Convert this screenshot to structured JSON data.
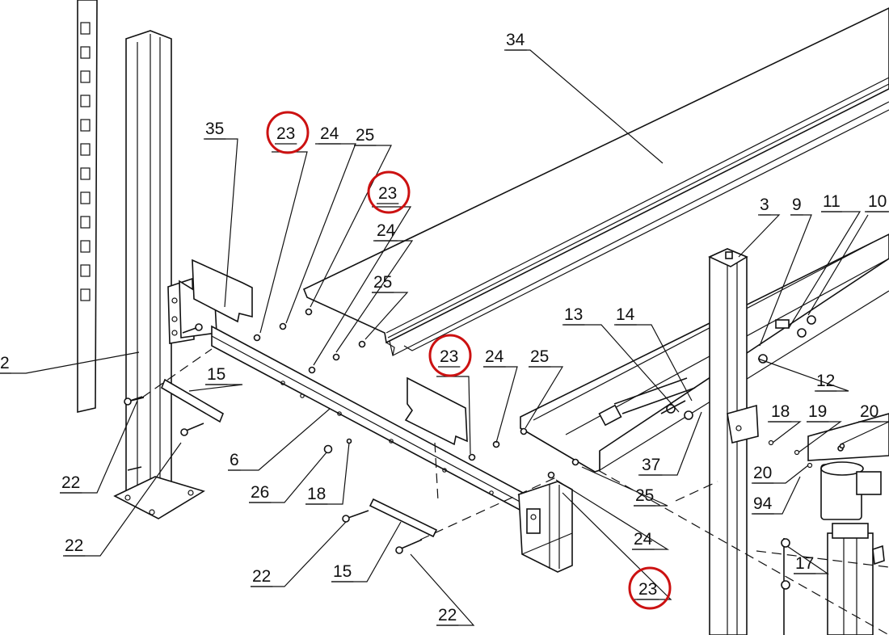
{
  "colors": {
    "line": "#111111",
    "highlight": "#cc1111",
    "background": "#ffffff"
  },
  "callouts": [
    {
      "id": "c2",
      "text": "2"
    },
    {
      "id": "c34",
      "text": "34"
    },
    {
      "id": "c35",
      "text": "35"
    },
    {
      "id": "c23a",
      "text": "23",
      "highlighted": true
    },
    {
      "id": "c24a",
      "text": "24"
    },
    {
      "id": "c25a",
      "text": "25"
    },
    {
      "id": "c23b",
      "text": "23",
      "highlighted": true
    },
    {
      "id": "c24b",
      "text": "24"
    },
    {
      "id": "c25b",
      "text": "25"
    },
    {
      "id": "c3",
      "text": "3"
    },
    {
      "id": "c9",
      "text": "9"
    },
    {
      "id": "c11",
      "text": "11"
    },
    {
      "id": "c10",
      "text": "10"
    },
    {
      "id": "c13",
      "text": "13"
    },
    {
      "id": "c14",
      "text": "14"
    },
    {
      "id": "c12",
      "text": "12"
    },
    {
      "id": "c23c",
      "text": "23",
      "highlighted": true
    },
    {
      "id": "c24c",
      "text": "24"
    },
    {
      "id": "c25c",
      "text": "25"
    },
    {
      "id": "c15a",
      "text": "15"
    },
    {
      "id": "c18a",
      "text": "18"
    },
    {
      "id": "c19",
      "text": "19"
    },
    {
      "id": "c20a",
      "text": "20"
    },
    {
      "id": "c20b",
      "text": "20"
    },
    {
      "id": "c94",
      "text": "94"
    },
    {
      "id": "c37",
      "text": "37"
    },
    {
      "id": "c6",
      "text": "6"
    },
    {
      "id": "c22a",
      "text": "22"
    },
    {
      "id": "c22b",
      "text": "22"
    },
    {
      "id": "c26",
      "text": "26"
    },
    {
      "id": "c18b",
      "text": "18"
    },
    {
      "id": "c25d",
      "text": "25"
    },
    {
      "id": "c24d",
      "text": "24"
    },
    {
      "id": "c22c",
      "text": "22"
    },
    {
      "id": "c15b",
      "text": "15"
    },
    {
      "id": "c22d",
      "text": "22"
    },
    {
      "id": "c23d",
      "text": "23",
      "highlighted": true
    },
    {
      "id": "c17",
      "text": "17"
    }
  ]
}
